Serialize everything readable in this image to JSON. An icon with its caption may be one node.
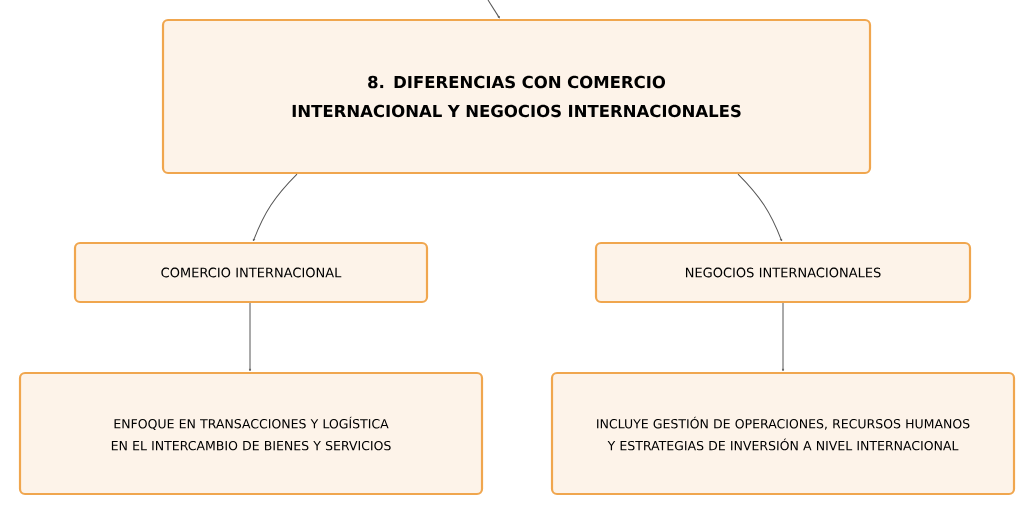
{
  "diagram": {
    "nodes": [
      {
        "text": [
          "8. DIFERENCIAS CON COMERCIO INTERNACIONAL Y NEGOCIOS INTERNACIONALES"
        ]
      },
      {
        "text": [
          "COMERCIO INTERNACIONAL"
        ]
      },
      {
        "text": [
          "NEGOCIOS INTERNACIONALES"
        ]
      },
      {
        "text": [
          "ENFOQUE EN TRANSACCIONES Y LOGÍSTICA EN EL INTERCAMBIO DE BIENES Y SERVICIOS"
        ]
      },
      {
        "text": [
          "INCLUYE GESTIÓN DE OPERACIONES, RECURSOS HUMANOS Y ESTRATEGIAS DE INVERSIÓN A NIVEL INTERNACIONAL"
        ]
      }
    ],
    "edges": [
      {
        "from": null,
        "to": 0,
        "arrow": "to"
      },
      {
        "from": 0,
        "to": 1,
        "arrow": "to"
      },
      {
        "from": 0,
        "to": 2,
        "arrow": "to"
      },
      {
        "from": 1,
        "to": 3,
        "arrow": "to"
      },
      {
        "from": 2,
        "to": 4,
        "arrow": "to"
      }
    ]
  }
}
